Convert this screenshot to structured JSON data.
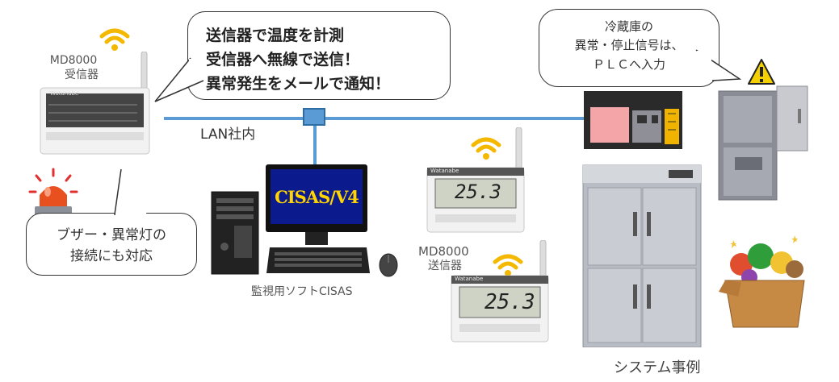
{
  "receiver": {
    "model": "MD8000",
    "name": "受信器"
  },
  "main_bubble": {
    "line1": "送信器で温度を計測",
    "line2": "受信器へ無線で送信！",
    "line3": "異常発生をメールで通知！"
  },
  "fridge_bubble": {
    "line1": "冷蔵庫の",
    "line2": "異常・停止信号は、",
    "line3": "ＰＬＣへ入力"
  },
  "lan_label": "LAN社内",
  "pc": {
    "screen_text": "CISAS/V4",
    "caption": "監視用ソフトCISAS"
  },
  "buzzer_bubble": {
    "line1": "ブザー・異常灯の",
    "line2": "接続にも対応"
  },
  "transmitter": {
    "model": "MD8000",
    "name": "送信器",
    "reading": "25.3"
  },
  "device_brand": "Watanabe",
  "caption": "システム事例",
  "colors": {
    "lan": "#5b9bd5",
    "wifi": "#f5b800",
    "screen": "#0b1a8c",
    "screen_text": "#ffd400",
    "warning": "#f5d000"
  }
}
